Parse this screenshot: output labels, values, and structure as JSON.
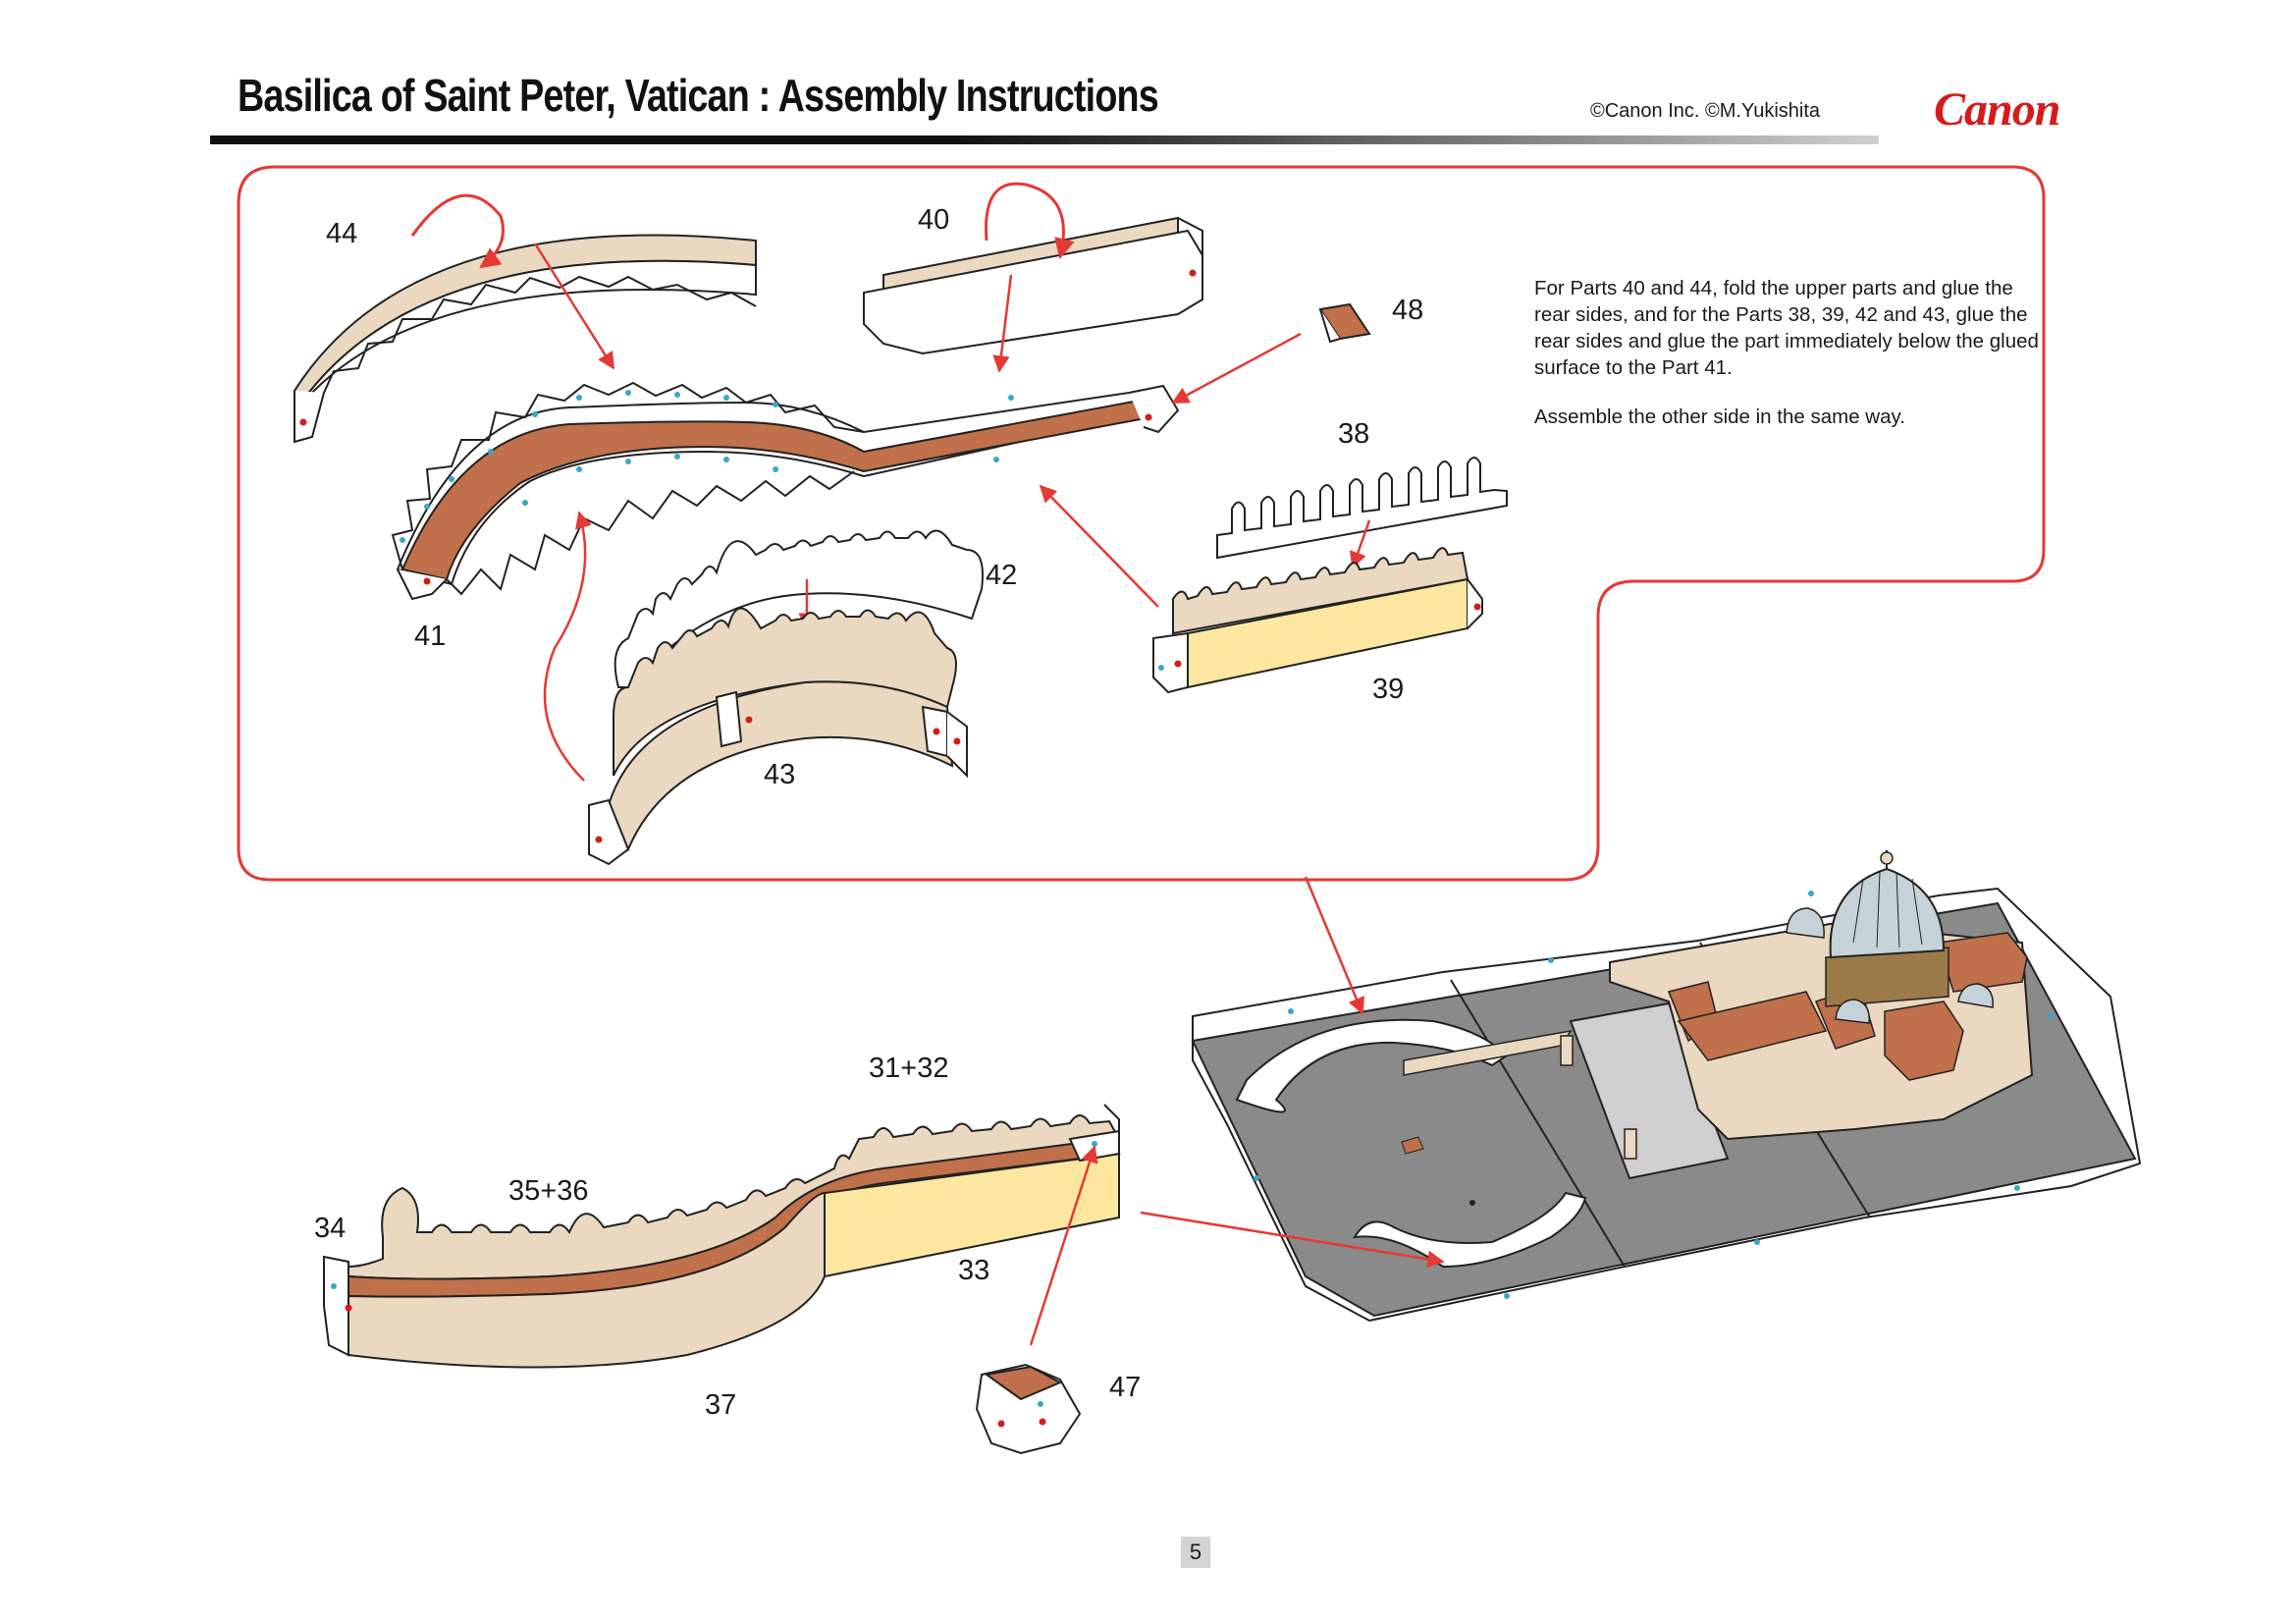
{
  "header": {
    "title": "Basilica of Saint Peter, Vatican : Assembly Instructions",
    "copyright": "©Canon Inc. ©M.Yukishita",
    "logo_text": "Canon"
  },
  "instructions": {
    "paragraph_1": "For Parts 40 and 44, fold the upper parts and glue the rear sides, and for the Parts 38, 39, 42 and 43, glue the rear sides and glue the part immediately below the glued surface to the Part 41.",
    "paragraph_2": "Assemble the other side in the same way."
  },
  "part_labels": {
    "p44": "44",
    "p40": "40",
    "p48": "48",
    "p38": "38",
    "p41": "41",
    "p42": "42",
    "p39": "39",
    "p43": "43",
    "p31_32": "31+32",
    "p35_36": "35+36",
    "p34": "34",
    "p33": "33",
    "p37": "37",
    "p47": "47"
  },
  "footer": {
    "page_number": "5"
  },
  "colors": {
    "accent": "#d51b1b",
    "outline": "#e53935",
    "brick": "#c0704a",
    "beige": "#ead8c0",
    "yellow": "#fde7a0",
    "gray": "#8a8a8a"
  }
}
